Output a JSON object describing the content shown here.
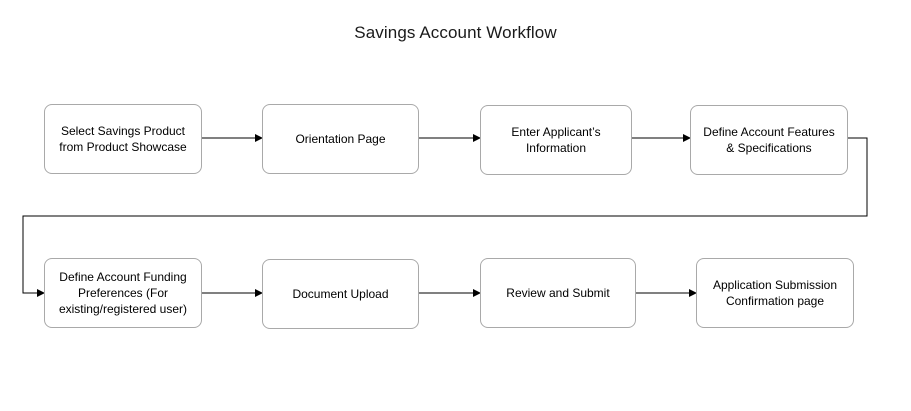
{
  "title": "Savings Account Workflow",
  "steps": [
    {
      "label": "Select  Savings Product\nfrom Product Showcase"
    },
    {
      "label": "Orientation Page"
    },
    {
      "label": "Enter Applicant’s\nInformation"
    },
    {
      "label": "Define Account Features\n& Specifications"
    },
    {
      "label": "Define Account Funding\nPreferences (For\nexisting/registered user)"
    },
    {
      "label": "Document Upload"
    },
    {
      "label": "Review and Submit"
    },
    {
      "label": "Application Submission\nConfirmation page"
    }
  ],
  "colors": {
    "box_border": "#a9a9a9",
    "connector": "#000000"
  }
}
